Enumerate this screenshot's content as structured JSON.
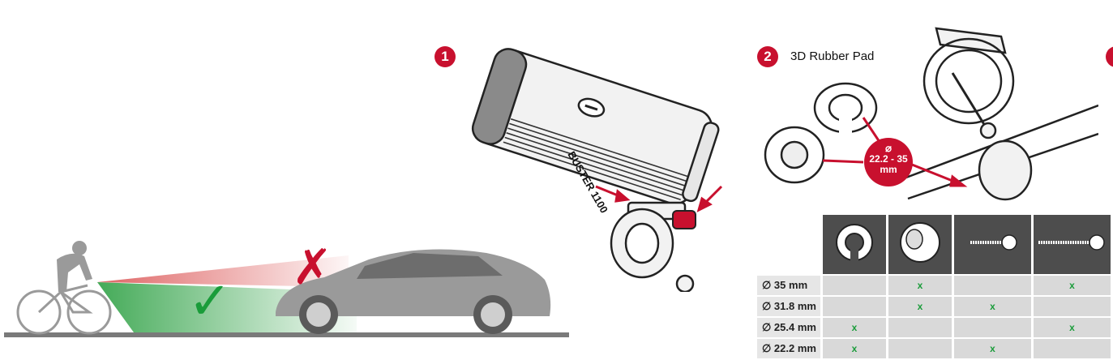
{
  "steps": {
    "step1": {
      "number": "1"
    },
    "step2": {
      "number": "2",
      "title": "3D Rubber Pad"
    }
  },
  "light": {
    "model_label": "BUSTER 1100"
  },
  "diameter_badge": {
    "symbol": "⌀",
    "range": "22.2 - 35",
    "unit": "mm"
  },
  "beam": {
    "good_mark": "✓",
    "bad_mark": "✗"
  },
  "table": {
    "headers": [
      "pad-c-shape",
      "pad-wrap",
      "screw-short",
      "screw-long"
    ],
    "rows": [
      {
        "size": "∅ 35 mm",
        "cells": [
          "",
          "x",
          "",
          "x"
        ]
      },
      {
        "size": "∅ 31.8 mm",
        "cells": [
          "",
          "x",
          "x",
          ""
        ]
      },
      {
        "size": "∅ 25.4 mm",
        "cells": [
          "x",
          "",
          "",
          "x"
        ]
      },
      {
        "size": "∅ 22.2 mm",
        "cells": [
          "x",
          "",
          "x",
          ""
        ]
      }
    ]
  },
  "colors": {
    "accent": "#c8102e",
    "good": "#1a9c3a",
    "bad": "#c8102e",
    "table_header": "#4d4d4d"
  }
}
